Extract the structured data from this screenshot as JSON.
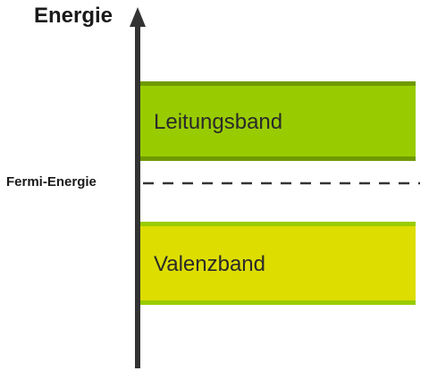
{
  "diagram": {
    "axis_label": "Energie",
    "fermi_label": "Fermi-Energie",
    "bands": {
      "conduction": {
        "label": "Leitungsband",
        "fill_color": "#99cc00",
        "edge_color": "#6f9a00"
      },
      "valence": {
        "label": "Valenzband",
        "fill_color": "#dddd00",
        "edge_color": "#99cc00"
      }
    },
    "axis_color": "#333333",
    "fermi_line_color": "#333333"
  }
}
